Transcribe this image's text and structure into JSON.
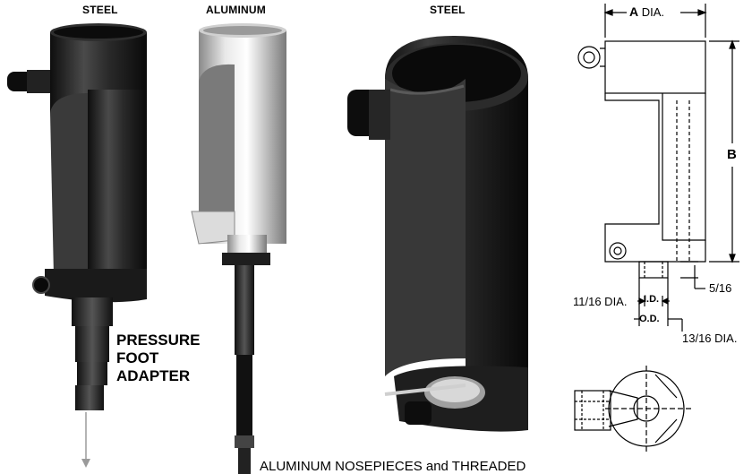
{
  "labels": {
    "steel_left": "STEEL",
    "aluminum": "ALUMINUM",
    "steel_right": "STEEL"
  },
  "adapter": {
    "line1": "PRESSURE",
    "line2": "FOOT",
    "line3": "ADAPTER"
  },
  "drawing": {
    "a_label": "A",
    "a_suffix": " DIA.",
    "b_label": "B",
    "d_5_16": "5/16",
    "d_11_16": "11/16 DIA.",
    "d_id": "I.D.",
    "d_od": "O.D.",
    "d_13_16": "13/16 DIA."
  },
  "caption": "ALUMINUM NOSEPIECES and THREADED",
  "colors": {
    "steel": "#1b1b1b",
    "steel_highlight": "#5a5a5a",
    "aluminum": "#c8c8c8",
    "aluminum_highlight": "#f0f0f0"
  }
}
